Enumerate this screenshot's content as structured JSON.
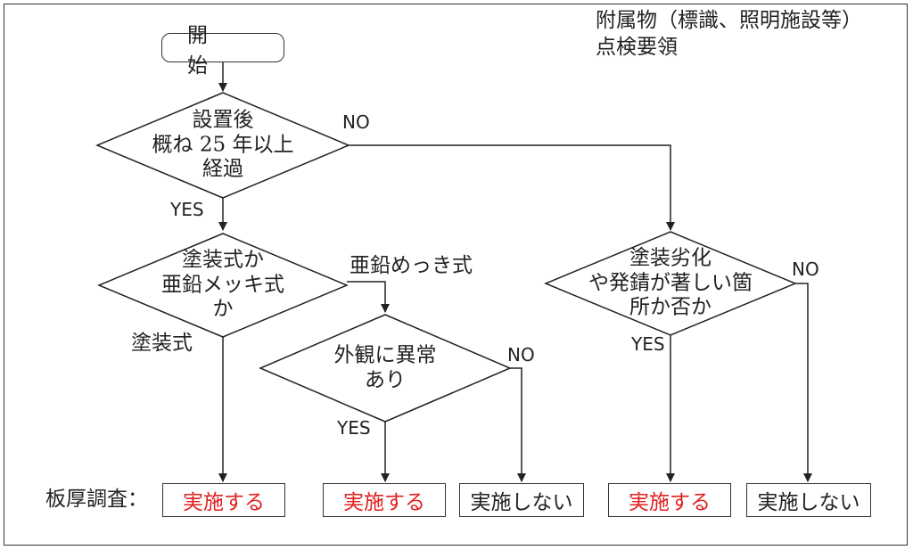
{
  "title": {
    "line1": "附属物（標識、照明施設等）",
    "line2": "点検要領"
  },
  "start": {
    "label": "開　始"
  },
  "decisions": {
    "age": {
      "lines": [
        "設置後",
        "概ね 25 年以上",
        "経過"
      ],
      "yes": "YES",
      "no": "NO"
    },
    "coating_type": {
      "lines": [
        "塗装式か",
        "亜鉛メッキ式",
        "か"
      ],
      "left": "塗装式",
      "right": "亜鉛めっき式"
    },
    "appearance": {
      "lines": [
        "外観に異常",
        "あり"
      ],
      "yes": "YES",
      "no": "NO"
    },
    "deterioration": {
      "lines": [
        "塗装劣化",
        "や発錆が著しい箇",
        "所か否か"
      ],
      "yes": "YES",
      "no": "NO"
    }
  },
  "row_label": "板厚調査：",
  "results": [
    {
      "label": "実施する",
      "color": "#e02020"
    },
    {
      "label": "実施する",
      "color": "#e02020"
    },
    {
      "label": "実施しない",
      "color": "#222222"
    },
    {
      "label": "実施する",
      "color": "#e02020"
    },
    {
      "label": "実施しない",
      "color": "#222222"
    }
  ]
}
